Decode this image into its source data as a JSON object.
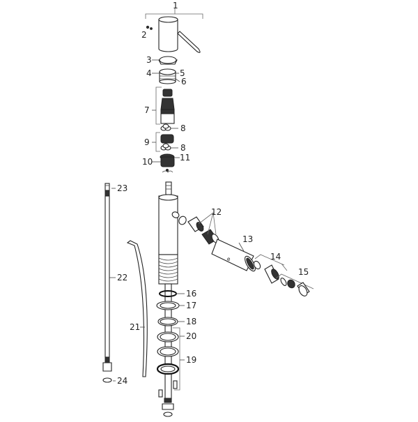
{
  "diagram": {
    "type": "exploded-parts-view",
    "subject": "single-lever faucet assembly",
    "colors": {
      "line": "#222222",
      "background": "#ffffff",
      "leader": "#444444"
    },
    "parts": [
      {
        "id": "1",
        "label": "1",
        "description": "lever handle"
      },
      {
        "id": "2",
        "label": "2",
        "description": "set screw"
      },
      {
        "id": "3",
        "label": "3",
        "description": "cover cap"
      },
      {
        "id": "4",
        "label": "4",
        "description": "threaded ring"
      },
      {
        "id": "5",
        "label": "5",
        "description": "ring"
      },
      {
        "id": "6",
        "label": "6",
        "description": "o-rings"
      },
      {
        "id": "7",
        "label": "7",
        "description": "cartridge"
      },
      {
        "id": "8a",
        "label": "8",
        "description": "seals (upper)"
      },
      {
        "id": "8b",
        "label": "8",
        "description": "seals (lower)"
      },
      {
        "id": "9",
        "label": "9",
        "description": "seal set"
      },
      {
        "id": "10",
        "label": "10",
        "description": "cartridge base"
      },
      {
        "id": "11",
        "label": "11",
        "description": "insert"
      },
      {
        "id": "12",
        "label": "12",
        "description": "connector set"
      },
      {
        "id": "13",
        "label": "13",
        "description": "spout tube"
      },
      {
        "id": "14",
        "label": "14",
        "description": "aerator set"
      },
      {
        "id": "15",
        "label": "15",
        "description": "aerator"
      },
      {
        "id": "16",
        "label": "16",
        "description": "o-ring"
      },
      {
        "id": "17",
        "label": "17",
        "description": "washer"
      },
      {
        "id": "18",
        "label": "18",
        "description": "ring"
      },
      {
        "id": "19",
        "label": "19",
        "description": "mounting set"
      },
      {
        "id": "20",
        "label": "20",
        "description": "washer"
      },
      {
        "id": "21",
        "label": "21",
        "description": "rod"
      },
      {
        "id": "22",
        "label": "22",
        "description": "flexible hose"
      },
      {
        "id": "23",
        "label": "23",
        "description": "hose tip"
      },
      {
        "id": "24",
        "label": "24",
        "description": "gasket"
      }
    ],
    "labels": {
      "l1": "1",
      "l2": "2",
      "l3": "3",
      "l4": "4",
      "l5": "5",
      "l6": "6",
      "l7": "7",
      "l8a": "8",
      "l8b": "8",
      "l9": "9",
      "l10": "10",
      "l11": "11",
      "l12": "12",
      "l13": "13",
      "l14": "14",
      "l15": "15",
      "l16": "16",
      "l17": "17",
      "l18": "18",
      "l19": "19",
      "l20": "20",
      "l21": "21",
      "l22": "22",
      "l23": "23",
      "l24": "24"
    }
  }
}
